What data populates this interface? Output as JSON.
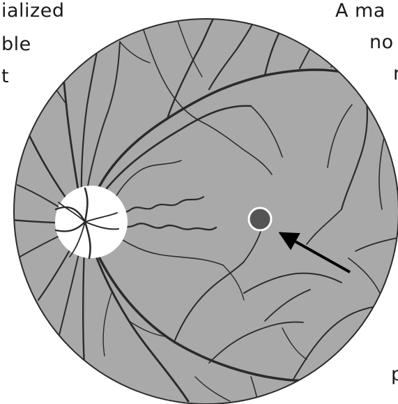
{
  "text_fragments": {
    "top_left": [
      "ialized",
      "ble",
      "t"
    ],
    "top_right": [
      "A  ma",
      "no",
      "r"
    ],
    "bottom_right": "p"
  },
  "colors": {
    "fundus": "#a9a9a9",
    "vessel": "#2b2b2b",
    "optic_disc": "#ffffff",
    "lesion": "#555555",
    "lesion_ring": "#ffffff",
    "arrow": "#000000"
  },
  "icons": {
    "pointer": "arrow-icon"
  }
}
